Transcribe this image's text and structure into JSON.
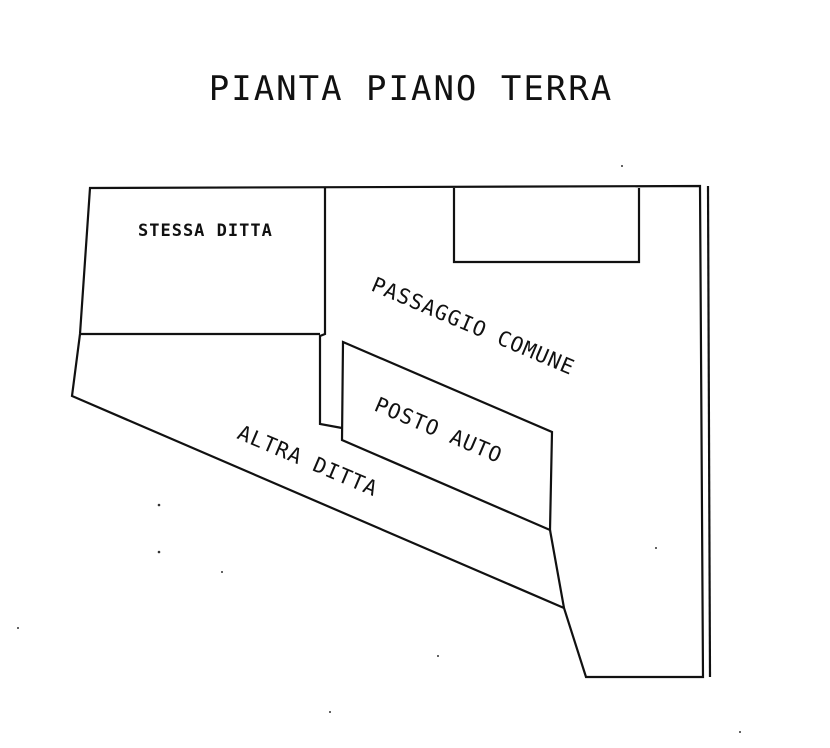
{
  "title": "PIANTA PIANO TERRA",
  "labels": {
    "stessa_ditta": "STESSA DITTA",
    "passaggio_comune": "PASSAGGIO COMUNE",
    "posto_auto": "POSTO AUTO",
    "altra_ditta": "ALTRA DITTA"
  },
  "colors": {
    "line": "#111111",
    "background": "#ffffff"
  }
}
